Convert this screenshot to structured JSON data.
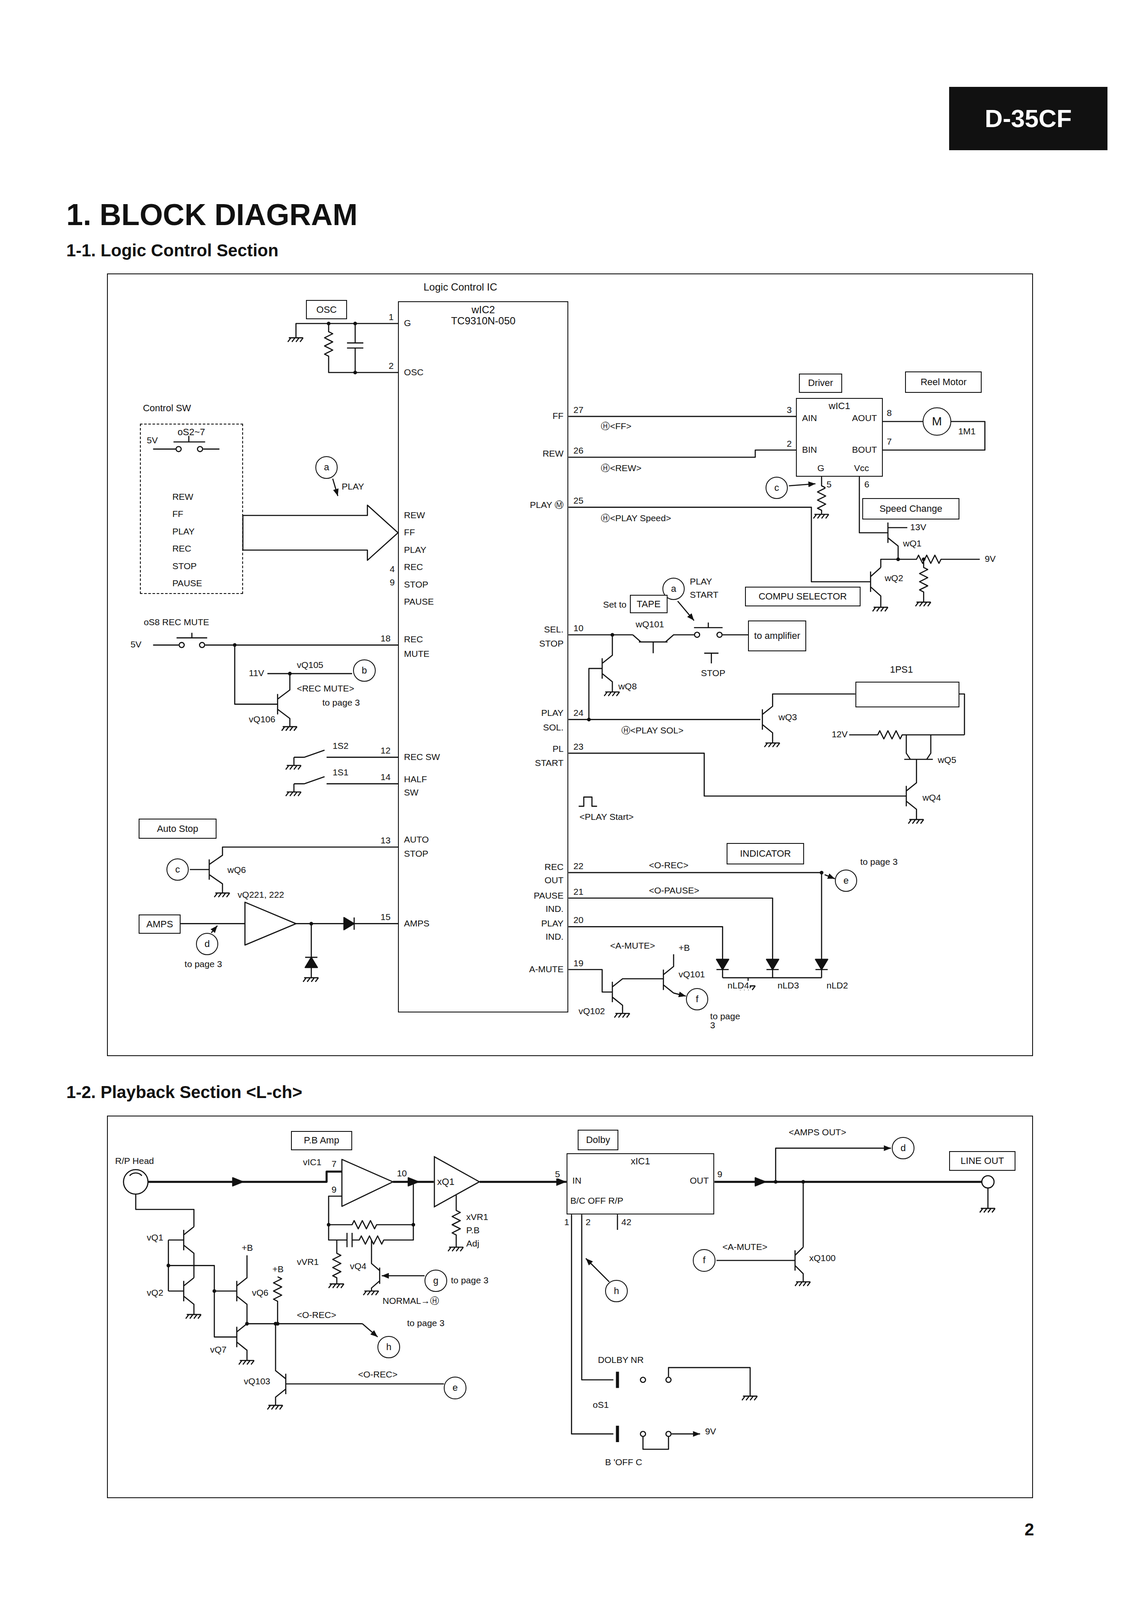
{
  "diagram": {
    "title": "1. BLOCK DIAGRAM",
    "nodes": [
      {
        "text": [
          "D-35CF"
        ]
      },
      {
        "text": [
          "1-1. Logic Control Section"
        ]
      },
      {
        "text": [
          "OSC"
        ],
        "in": 1
      },
      {
        "text": [
          "Logic Control IC",
          "wIC2",
          "TC9310N-050"
        ],
        "in": 1
      },
      {
        "text": [
          "Control SW",
          "oS2~7"
        ],
        "in": 1
      },
      {
        "text": [
          "a"
        ],
        "in": 1
      },
      {
        "text": [
          "b"
        ],
        "in": 1
      },
      {
        "text": [
          "Auto Stop"
        ],
        "in": 1
      },
      {
        "text": [
          "c"
        ],
        "in": 1
      },
      {
        "text": [
          "AMPS"
        ],
        "in": 1
      },
      {
        "text": [
          "d"
        ],
        "in": 1
      },
      {
        "text": [
          "Driver"
        ],
        "in": 1
      },
      {
        "text": [
          "Reel Motor"
        ],
        "in": 1
      },
      {
        "text": [
          "wIC1"
        ],
        "in": 1
      },
      {
        "text": [
          "M"
        ],
        "in": 1
      },
      {
        "text": [
          "c"
        ],
        "in": 1
      },
      {
        "text": [
          "Speed Change"
        ],
        "in": 1
      },
      {
        "text": [
          "a"
        ],
        "in": 1
      },
      {
        "text": [
          "TAPE"
        ],
        "in": 1
      },
      {
        "text": [
          "COMPU SELECTOR"
        ],
        "in": 1
      },
      {
        "text": [
          "to amplifier"
        ],
        "in": 1
      },
      {
        "text": [
          "1PS1"
        ],
        "in": 1
      },
      {
        "text": [
          "INDICATOR"
        ],
        "in": 1
      },
      {
        "text": [
          "e"
        ],
        "in": 1
      },
      {
        "text": [
          "f"
        ],
        "in": 1
      },
      {
        "text": [
          "1-2. Playback Section <L-ch>"
        ]
      },
      {
        "text": [
          "P.B Amp"
        ],
        "in": 25
      },
      {
        "text": [
          "xQ1"
        ],
        "in": 25
      },
      {
        "text": [
          "Dolby"
        ],
        "in": 25
      },
      {
        "text": [
          "xIC1"
        ],
        "in": 25
      },
      {
        "text": [
          "d"
        ],
        "in": 25
      },
      {
        "text": [
          "LINE OUT"
        ],
        "in": 25
      },
      {
        "text": [
          "f"
        ],
        "in": 25
      },
      {
        "text": [
          "g"
        ],
        "in": 25
      },
      {
        "text": [
          "h"
        ],
        "in": 25
      },
      {
        "text": [
          "h"
        ],
        "in": 25
      },
      {
        "text": [
          "e"
        ],
        "in": 25
      }
    ],
    "edges": [
      {
        "from": 4,
        "to": 3,
        "arrow": "to"
      },
      {
        "from": 3,
        "to": 13,
        "arrow": "none"
      },
      {
        "from": 3,
        "to": 13,
        "arrow": "none"
      },
      {
        "from": 13,
        "to": 14,
        "arrow": "none"
      },
      {
        "from": 27,
        "to": 29,
        "arrow": "to"
      }
    ],
    "labels": [
      "G",
      "1",
      "OSC",
      "2",
      "5V",
      "REW",
      "FF",
      "PLAY",
      "REC",
      "STOP",
      "PAUSE",
      "PLAY",
      "REW",
      "FF",
      "PLAY",
      "4",
      "9",
      "REC",
      "STOP",
      "PAUSE",
      "oS8 REC MUTE",
      "5V",
      "18",
      "REC",
      "MUTE",
      "11V",
      "vQ105",
      "<REC MUTE>",
      "to page 3",
      "vQ106",
      "1S2",
      "12",
      "REC SW",
      "1S1",
      "14",
      "HALF",
      "SW",
      "13",
      "AUTO",
      "STOP",
      "wQ6",
      "vQ221, 222",
      "to page 3",
      "15",
      "AMPS",
      "FF",
      "27",
      "REW",
      "26",
      "PLAY Ⓜ",
      "25",
      "Ⓗ<FF>",
      "Ⓗ<REW>",
      "Ⓗ<PLAY Speed>",
      "SEL.",
      "STOP",
      "10",
      "PLAY",
      "SOL.",
      "24",
      "PL",
      "START",
      "23",
      "<PLAY Start>",
      "Ⓗ<PLAY SOL>",
      "REC",
      "OUT",
      "22",
      "PAUSE",
      "IND.",
      "21",
      "PLAY",
      "IND.",
      "20",
      "A-MUTE",
      "19",
      "<O-REC>",
      "<O-PAUSE>",
      "<A-MUTE>",
      "+B",
      "vQ101",
      "vQ102",
      "to page 3",
      "nLD4",
      "nLD3",
      "nLD2",
      "to page 3",
      "PLAY",
      "START",
      "Set to",
      "wQ101",
      "wQ8",
      "STOP",
      "wQ3",
      "12V",
      "wQ5",
      "wQ4",
      "5",
      "6",
      "wQ1",
      "13V",
      "wQ2",
      "9V",
      "1M1",
      "3",
      "AIN",
      "AOUT",
      "8",
      "2",
      "BIN",
      "BOUT",
      "7",
      "G",
      "Vcc",
      "R/P Head",
      "vIC1",
      "7",
      "9",
      "10",
      "vQ1",
      "vQ2",
      "+B",
      "vQ6",
      "+B",
      "vVR1",
      "vQ4",
      "xVR1",
      "P.B",
      "Adj",
      "to page 3",
      "NORMAL→Ⓗ",
      "vQ7",
      "<O-REC>",
      "to page 3",
      "vQ103",
      "<O-REC>",
      "5",
      "IN",
      "OUT",
      "9",
      "B/C OFF R/P",
      "1",
      "2",
      "42",
      "<AMPS OUT>",
      "<A-MUTE>",
      "xQ100",
      "DOLBY NR",
      "oS1",
      "9V",
      "B 'OFF C",
      "2"
    ]
  }
}
